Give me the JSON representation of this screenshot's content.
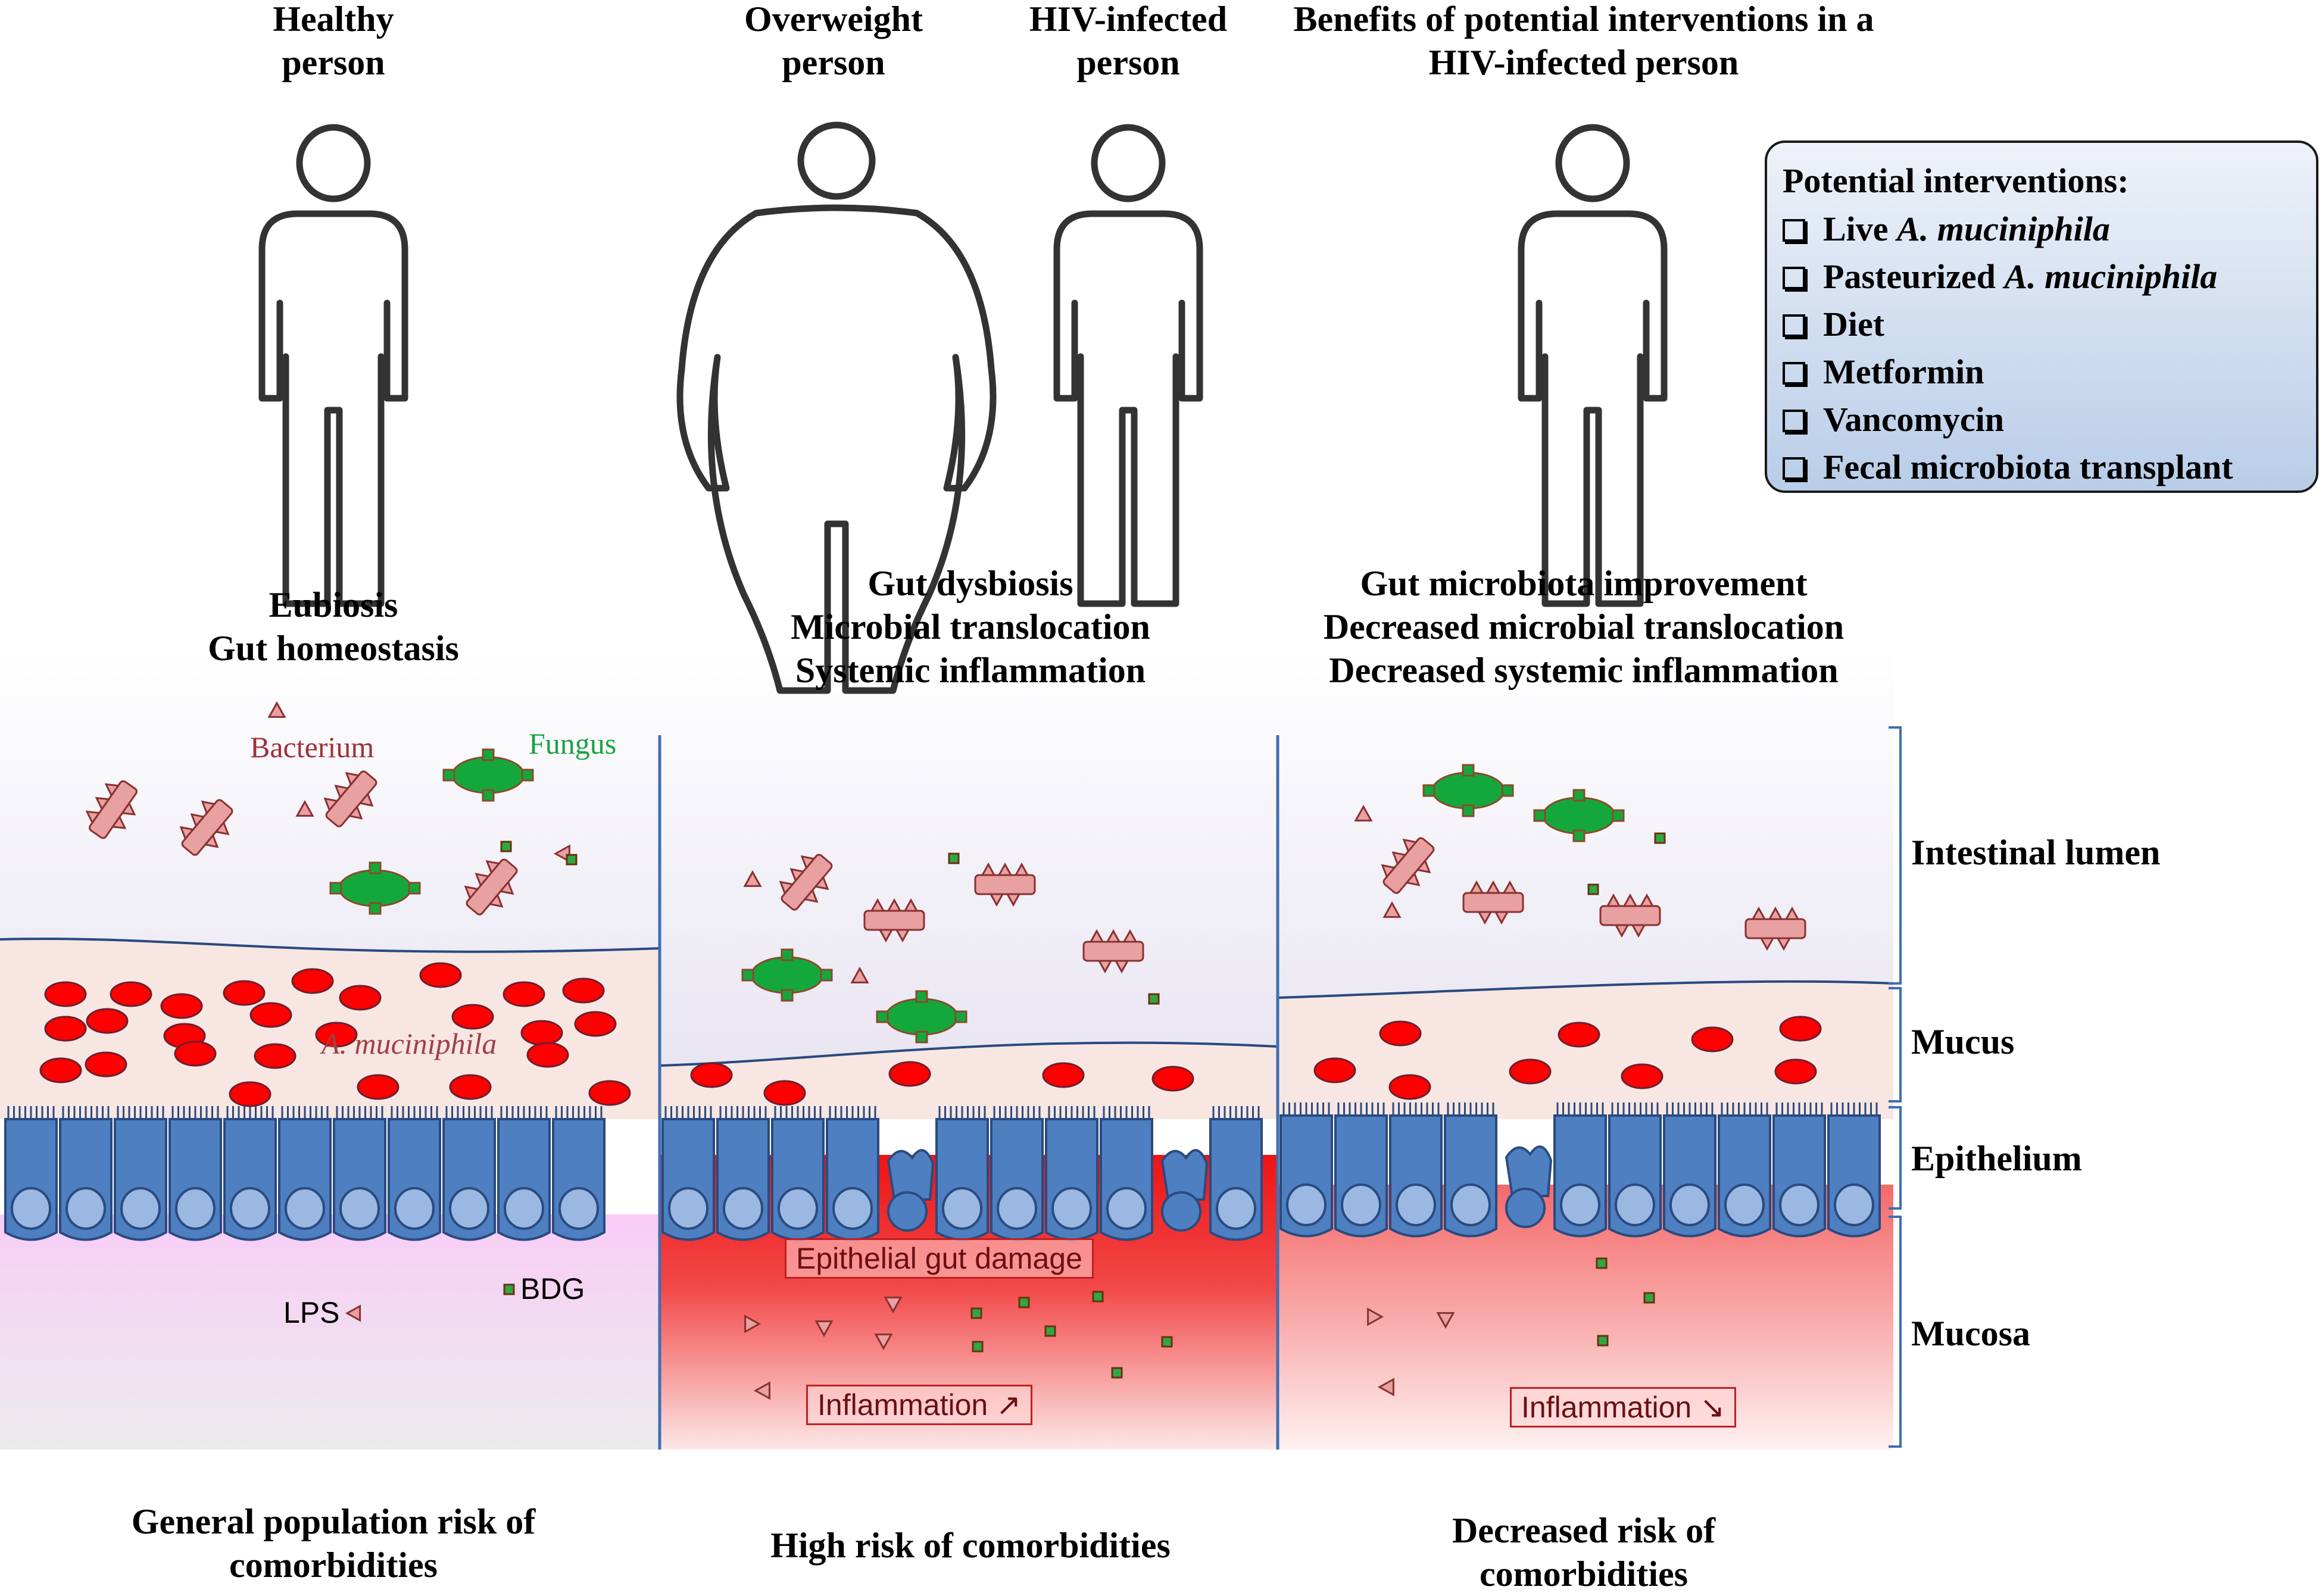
{
  "columns": {
    "healthy": {
      "title": "Healthy person",
      "state": [
        "Eubiosis",
        "Gut homeostasis"
      ],
      "risk": "General population risk of comorbidities"
    },
    "overweight": {
      "title": "Overweight person"
    },
    "hiv": {
      "title": "HIV-infected person"
    },
    "middle": {
      "state": [
        "Gut dysbiosis",
        "Microbial translocation",
        "Systemic inflammation"
      ],
      "risk": "High risk of comorbidities",
      "damage_label": "Epithelial gut damage",
      "inflammation_label": "Inflammation",
      "inflammation_arrow": "↗"
    },
    "benefits": {
      "title": "Benefits of potential interventions in a HIV-infected person",
      "state": [
        "Gut microbiota improvement",
        "Decreased microbial translocation",
        "Decreased systemic inflammation"
      ],
      "risk": "Decreased risk of comorbidities",
      "inflammation_label": "Inflammation",
      "inflammation_arrow": "↘"
    }
  },
  "interventions": {
    "title": "Potential interventions:",
    "items": [
      {
        "text": "Live ",
        "italic": "A. muciniphila"
      },
      {
        "text": "Pasteurized ",
        "italic": "A. muciniphila"
      },
      {
        "text": "Diet",
        "italic": ""
      },
      {
        "text": "Metformin",
        "italic": ""
      },
      {
        "text": "Vancomycin",
        "italic": ""
      },
      {
        "text": "Fecal microbiota transplant",
        "italic": ""
      }
    ]
  },
  "legend": {
    "bacterium": "Bacterium",
    "fungus": "Fungus",
    "akkermansia": "A. muciniphila",
    "lps": "LPS",
    "bdg": "BDG"
  },
  "layers": {
    "lumen": "Intestinal lumen",
    "mucus": "Mucus",
    "epithelium": "Epithelium",
    "mucosa": "Mucosa"
  },
  "colors": {
    "bacterium": "#e8a0a0",
    "fungus": "#14a83c",
    "akkermansia": "#ff0000",
    "epithelium": "#4e7fc0",
    "inflammation": "#ee1c1c",
    "box": "#c5d6ee"
  }
}
